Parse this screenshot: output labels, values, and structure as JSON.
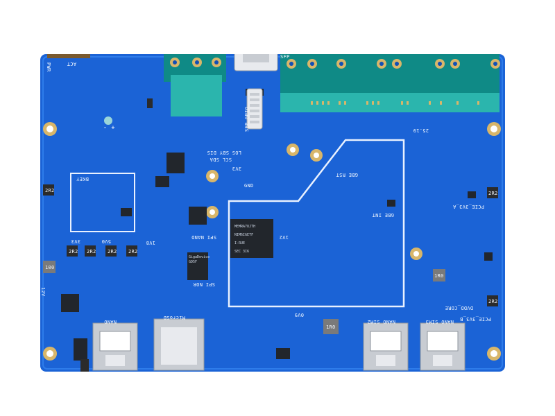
{
  "colors": {
    "pcb": "#1b63d6",
    "pcb_dark": "#114fb6",
    "pcb_light": "#2e7cea",
    "silkscreen": "#f2f8ff",
    "chip": "#22262c",
    "gold": "#d8b66a",
    "metal": "#c8ccd2",
    "connector_green": "#0f8a86",
    "connector_green_light": "#2bb5ad"
  },
  "silkscreen": {
    "pwr": "PWR",
    "act": "ACT",
    "sfp_top": "SFP",
    "sfp_gnd": "GND",
    "sfp_io": "SFP GPIO",
    "scl_sda": "SCL SDA",
    "los_sby": "LOS SBY DIS",
    "date": "25.19",
    "bkey": "BKEY",
    "v3v3": "3V3",
    "gnd": "GND",
    "gbe_rst": "GBE RST",
    "gbe_int": "GBE INT",
    "v5v0": "5V0",
    "v3v3_b": "3V3",
    "v1v8": "1V8",
    "spi_nand": "SPI NAND",
    "spi_nor": "SPI NOR",
    "v1v2": "1V2",
    "v0v9": "0V9",
    "pcie_3v3_a": "PCIE_3V3_A",
    "pcie_3v3_b": "PCIE_3V3_B",
    "dvdd_core": "DVDD_CORE",
    "v12": "12V",
    "nano_sim2": "NANO SIM2",
    "nano_sim3": "NANO SIM3",
    "nano_top": "NANO",
    "micro_sd": "MicroSD",
    "inductor_2r2": "2R2",
    "inductor_100": "100",
    "inductor_1r0": "1R0",
    "minus": "-",
    "plus": "+"
  },
  "chips": {
    "soc_lines": [
      "MEMRA7UJTH",
      "NIM6IGETF",
      "I-RUE",
      "SEC 3I6"
    ],
    "flash_lines": [
      "GigaDevice",
      "GD5F"
    ]
  }
}
